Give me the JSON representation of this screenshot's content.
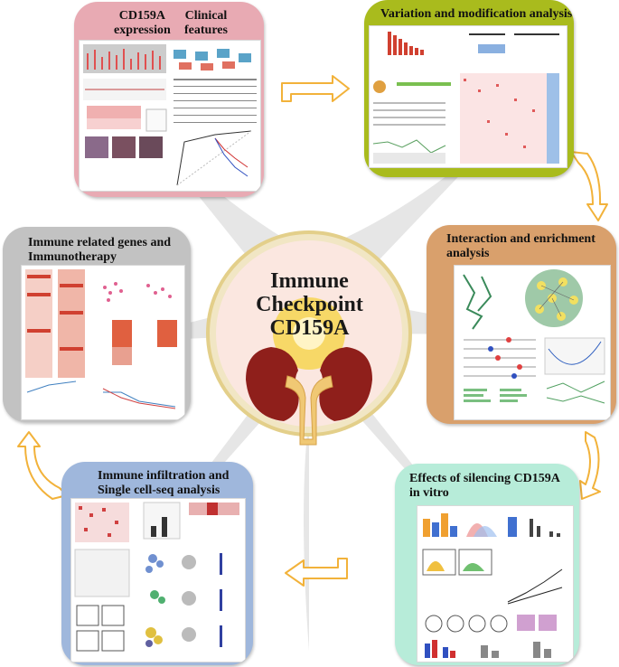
{
  "center": {
    "line1": "Immune",
    "line2": "Checkpoint",
    "line3": "CD159A"
  },
  "panels": {
    "expression": {
      "title_left": "CD159A\nexpression",
      "title_right": "Clinical\nfeatures",
      "color": "#e8aab3"
    },
    "variation": {
      "title": "Variation and modification analysis",
      "color": "#a9bb1d"
    },
    "interaction": {
      "title": "Interaction and enrichment\nanalysis",
      "color": "#d9a06c"
    },
    "silencing": {
      "title": "Effects of silencing CD159A\nin vitro",
      "color": "#b7ecd9"
    },
    "infiltration": {
      "title": "Immune infiltration and\nSingle cell-seq analysis",
      "color": "#9fb7dc"
    },
    "immunotherapy": {
      "title": "Immune related genes and\nImmunotherapy",
      "color": "#c2c2c2"
    }
  },
  "arrow_color": "#f2b23a",
  "background_color": "#e6e6e6"
}
